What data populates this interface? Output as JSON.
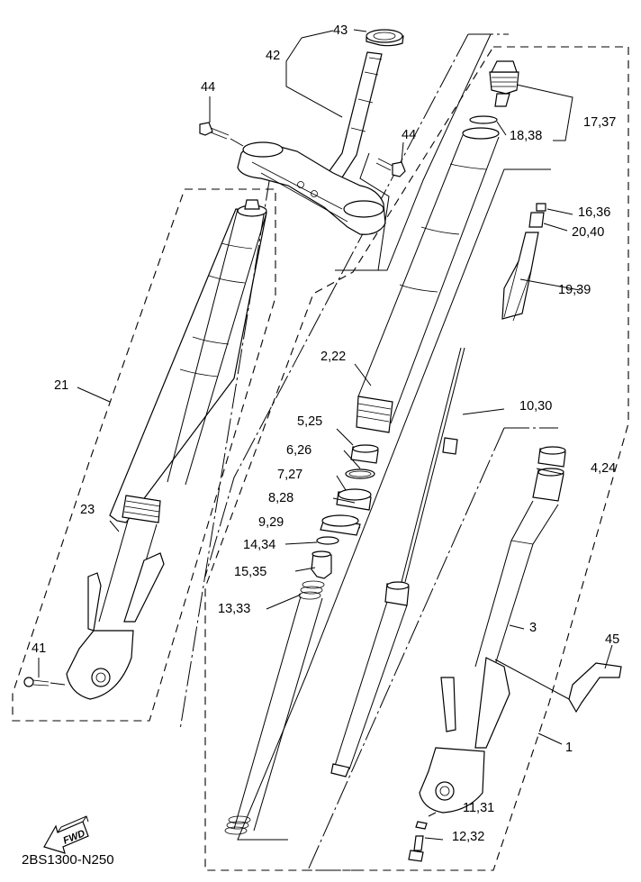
{
  "diagram": {
    "type": "exploded-parts-diagram",
    "subject": "front fork assembly",
    "drawing_code": "2BS1300-N250",
    "direction_indicator": "FWD",
    "callouts": [
      {
        "id": "c43",
        "label": "43"
      },
      {
        "id": "c42",
        "label": "42"
      },
      {
        "id": "c44a",
        "label": "44"
      },
      {
        "id": "c44b",
        "label": "44"
      },
      {
        "id": "c17",
        "label": "17,37"
      },
      {
        "id": "c18",
        "label": "18,38"
      },
      {
        "id": "c16",
        "label": "16,36"
      },
      {
        "id": "c20",
        "label": "20,40"
      },
      {
        "id": "c19",
        "label": "19,39"
      },
      {
        "id": "c21",
        "label": "21"
      },
      {
        "id": "c2",
        "label": "2,22"
      },
      {
        "id": "c10",
        "label": "10,30"
      },
      {
        "id": "c5",
        "label": "5,25"
      },
      {
        "id": "c6",
        "label": "6,26"
      },
      {
        "id": "c4",
        "label": "4,24"
      },
      {
        "id": "c7",
        "label": "7,27"
      },
      {
        "id": "c8",
        "label": "8,28"
      },
      {
        "id": "c23",
        "label": "23"
      },
      {
        "id": "c9",
        "label": "9,29"
      },
      {
        "id": "c14",
        "label": "14,34"
      },
      {
        "id": "c15",
        "label": "15,35"
      },
      {
        "id": "c13",
        "label": "13,33"
      },
      {
        "id": "c3",
        "label": "3"
      },
      {
        "id": "c45",
        "label": "45"
      },
      {
        "id": "c41",
        "label": "41"
      },
      {
        "id": "c1",
        "label": "1"
      },
      {
        "id": "c11",
        "label": "11,31"
      },
      {
        "id": "c12",
        "label": "12,32"
      }
    ]
  }
}
